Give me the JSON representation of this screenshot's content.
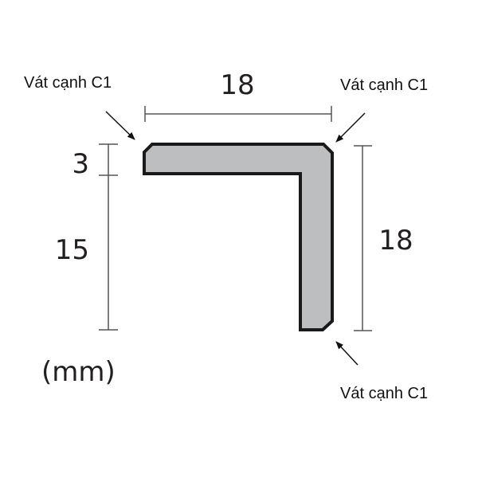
{
  "diagram": {
    "type": "cross-section",
    "description": "L-shaped angle profile with chamfered corners",
    "unit_label": "(mm)",
    "dimensions": {
      "top_width": "18",
      "left_thickness": "3",
      "left_height": "15",
      "right_height": "18"
    },
    "annotations": [
      {
        "text": "Vát cạnh C1",
        "position": "top-left"
      },
      {
        "text": "Vát cạnh C1",
        "position": "top-right"
      },
      {
        "text": "Vát cạnh C1",
        "position": "bottom-right"
      }
    ],
    "colors": {
      "profile_fill": "#bcbec0",
      "profile_stroke": "#1a1a1a",
      "dimension_line": "#555555",
      "text": "#111111"
    }
  }
}
